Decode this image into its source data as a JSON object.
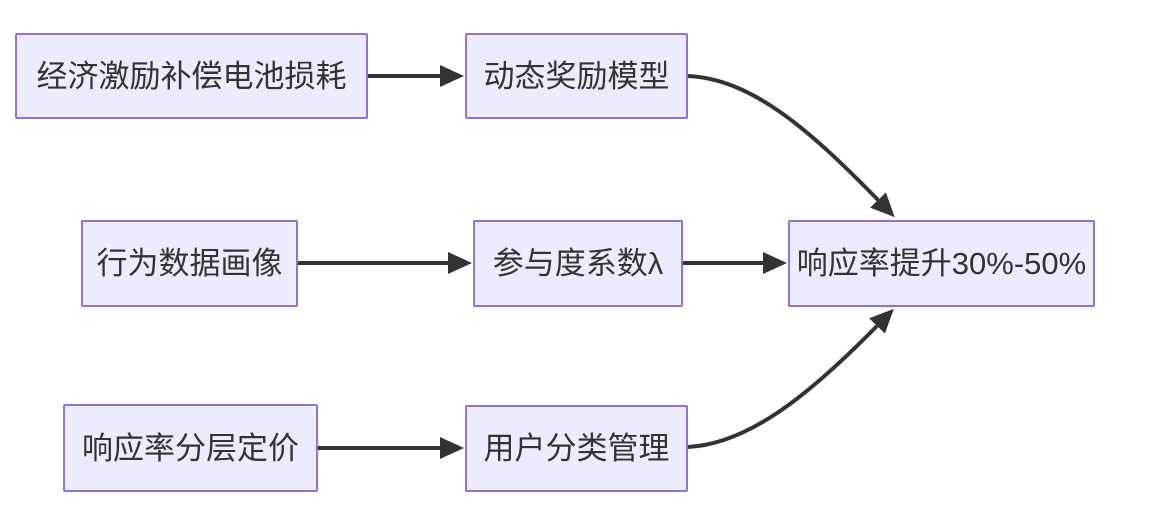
{
  "diagram": {
    "type": "flowchart",
    "direction": "left-to-right",
    "colors": {
      "background": "#FFFFFF",
      "node_fill": "#ECECFF",
      "node_border": "#9370DB",
      "edge": "#333333",
      "text": "#333333"
    },
    "nodes": {
      "a": {
        "label": "经济激励补偿电池损耗"
      },
      "b": {
        "label": "动态奖励模型"
      },
      "c": {
        "label": "行为数据画像"
      },
      "d": {
        "label": "参与度系数λ"
      },
      "e": {
        "label": "响应率提升30%-50%"
      },
      "f": {
        "label": "响应率分层定价"
      },
      "g": {
        "label": "用户分类管理"
      }
    },
    "edges": [
      {
        "from": "a",
        "to": "b"
      },
      {
        "from": "b",
        "to": "e"
      },
      {
        "from": "c",
        "to": "d"
      },
      {
        "from": "d",
        "to": "e"
      },
      {
        "from": "f",
        "to": "g"
      },
      {
        "from": "g",
        "to": "e"
      }
    ]
  }
}
